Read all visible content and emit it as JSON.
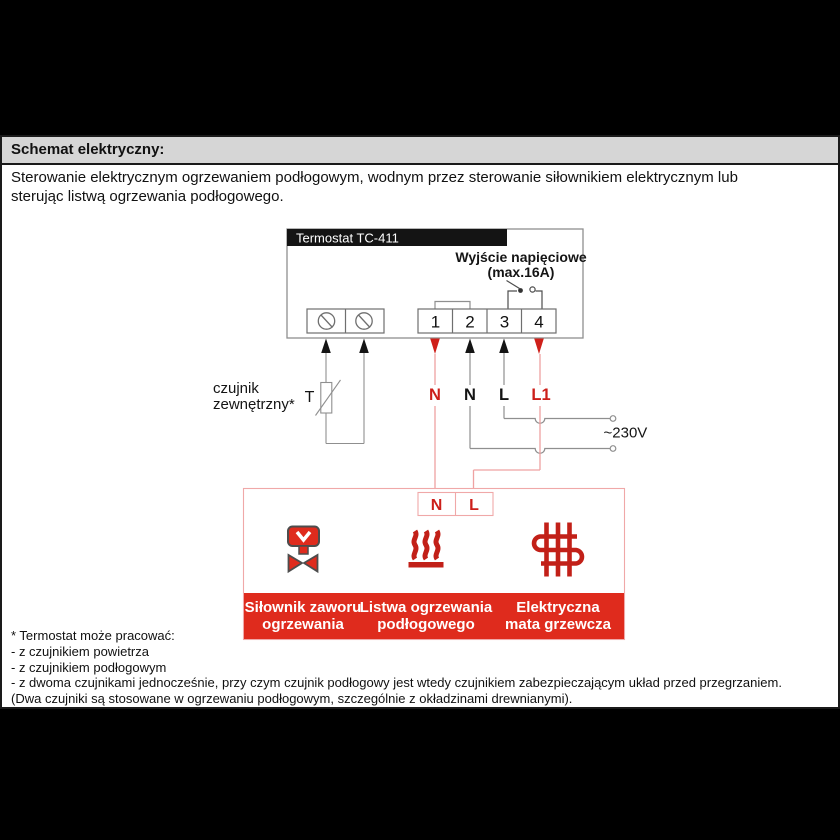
{
  "header": {
    "title": "Schemat elektryczny:"
  },
  "intro": {
    "line1": "Sterowanie elektrycznym ogrzewaniem podłogowym, wodnym przez sterowanie siłownikiem elektrycznym lub",
    "line2": "sterując listwą ogrzewania podłogowego."
  },
  "diagram": {
    "thermostat_title": "Termostat TC-411",
    "voltage_output": {
      "line1": "Wyjście napięciowe",
      "line2": "(max.16A)"
    },
    "terminals": [
      "1",
      "2",
      "3",
      "4"
    ],
    "sensor": {
      "line1": "czujnik",
      "line2": "zewnętrzny*",
      "symbol": "T"
    },
    "wire_labels": {
      "terminal1": "N",
      "terminal2": "N",
      "terminal3": "L",
      "terminal4": "L1"
    },
    "mains_voltage": "~230V",
    "load_box": {
      "terminal_n": "N",
      "terminal_l": "L"
    },
    "loads": [
      {
        "icon": "heating-valve-actuator-icon",
        "line1": "Siłownik zaworu",
        "line2": "ogrzewania"
      },
      {
        "icon": "floor-heating-strip-icon",
        "line1": "Listwa ogrzewania",
        "line2": "podłogowego"
      },
      {
        "icon": "electric-heating-mat-icon",
        "line1": "Elektryczna",
        "line2": "mata grzewcza"
      }
    ]
  },
  "footnote": {
    "line1": "* Termostat może pracować:",
    "line2": "- z czujnikiem powietrza",
    "line3": "- z czujnikiem podłogowym",
    "line4": "- z dwoma czujnikami jednocześnie, przy czym czujnik podłogowy jest wtedy czujnikiem zabezpieczającym układ przed przegrzaniem.",
    "line5": "(Dwa czujniki są stosowane w ogrzewaniu podłogowym, szczególnie z okładzinami drewnianymi)."
  },
  "colors": {
    "accent_red": "#df2b1d",
    "wire_red": "#efa2a2",
    "wire_gray": "#8f8f8f"
  }
}
